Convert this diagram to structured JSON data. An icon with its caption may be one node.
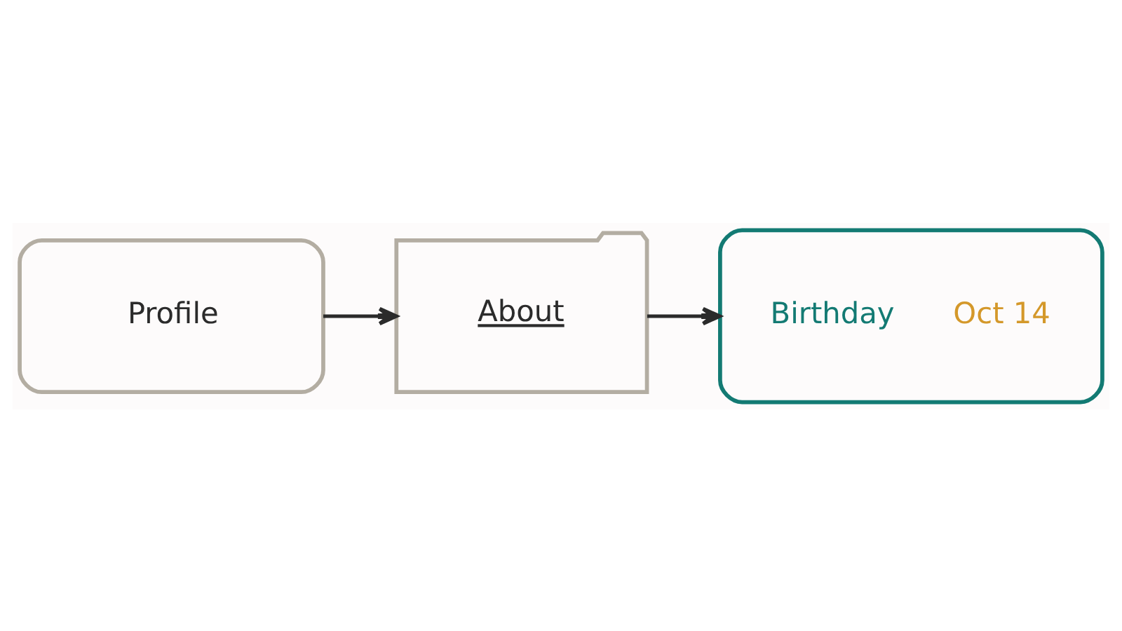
{
  "diagram": {
    "nodes": [
      {
        "text": [
          "Profile"
        ]
      },
      {
        "text": [
          "About"
        ]
      },
      {
        "text": [
          "Birthday",
          "Oct 14"
        ]
      }
    ],
    "edges": [
      {
        "from": 0,
        "to": 1,
        "arrow": "to"
      },
      {
        "from": 1,
        "to": 2,
        "arrow": "to"
      }
    ]
  }
}
